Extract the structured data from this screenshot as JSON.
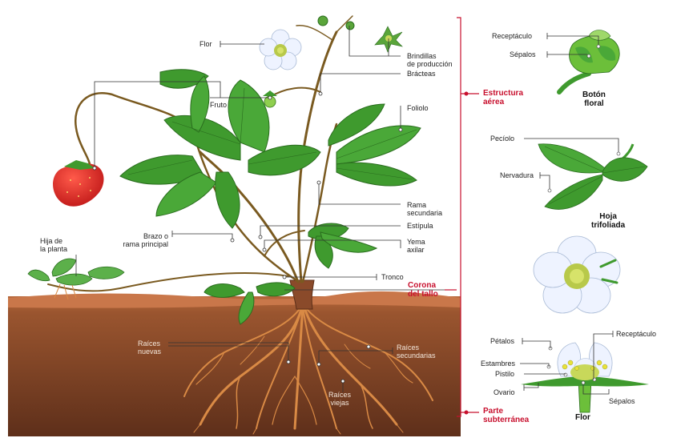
{
  "labels": {
    "flor": "Flor",
    "fruto": "Fruto",
    "brindillas": "Brindillas\nde producción",
    "bracteas": "Brácteas",
    "foliolo": "Foliolo",
    "rama_secundaria": "Rama\nsecundaria",
    "estipula": "Estípula",
    "yema_axilar": "Yema\naxilar",
    "tronco": "Tronco",
    "brazo": "Brazo o\nrama principal",
    "hija": "Hija de\nla planta",
    "raices_nuevas": "Raíces\nnuevas",
    "raices_secundarias": "Raíces\nsecundarias",
    "raices_viejas": "Raíces\nviejas"
  },
  "sections": {
    "estructura_aerea": "Estructura\naérea",
    "corona": "Corona\ndel tallo",
    "parte_subterranea": "Parte\nsubterránea"
  },
  "insets": {
    "boton": {
      "title": "Botón\nfloral",
      "receptaculo": "Receptáculo",
      "sepalos": "Sépalos"
    },
    "hoja": {
      "title": "Hoja\ntrifoliada",
      "peciolo": "Pecíolo",
      "nervadura": "Nervadura"
    },
    "flor": {
      "title": "Flor",
      "petalos": "Pétalos",
      "estambres": "Estambres",
      "pistilo": "Pistilo",
      "ovario": "Ovario",
      "receptaculo": "Receptáculo",
      "sepalos": "Sépalos"
    }
  },
  "colors": {
    "accent_red": "#c8102e",
    "soil": "#8e4e2a",
    "leaf": "#3f9a2e",
    "root": "#d98a45"
  }
}
